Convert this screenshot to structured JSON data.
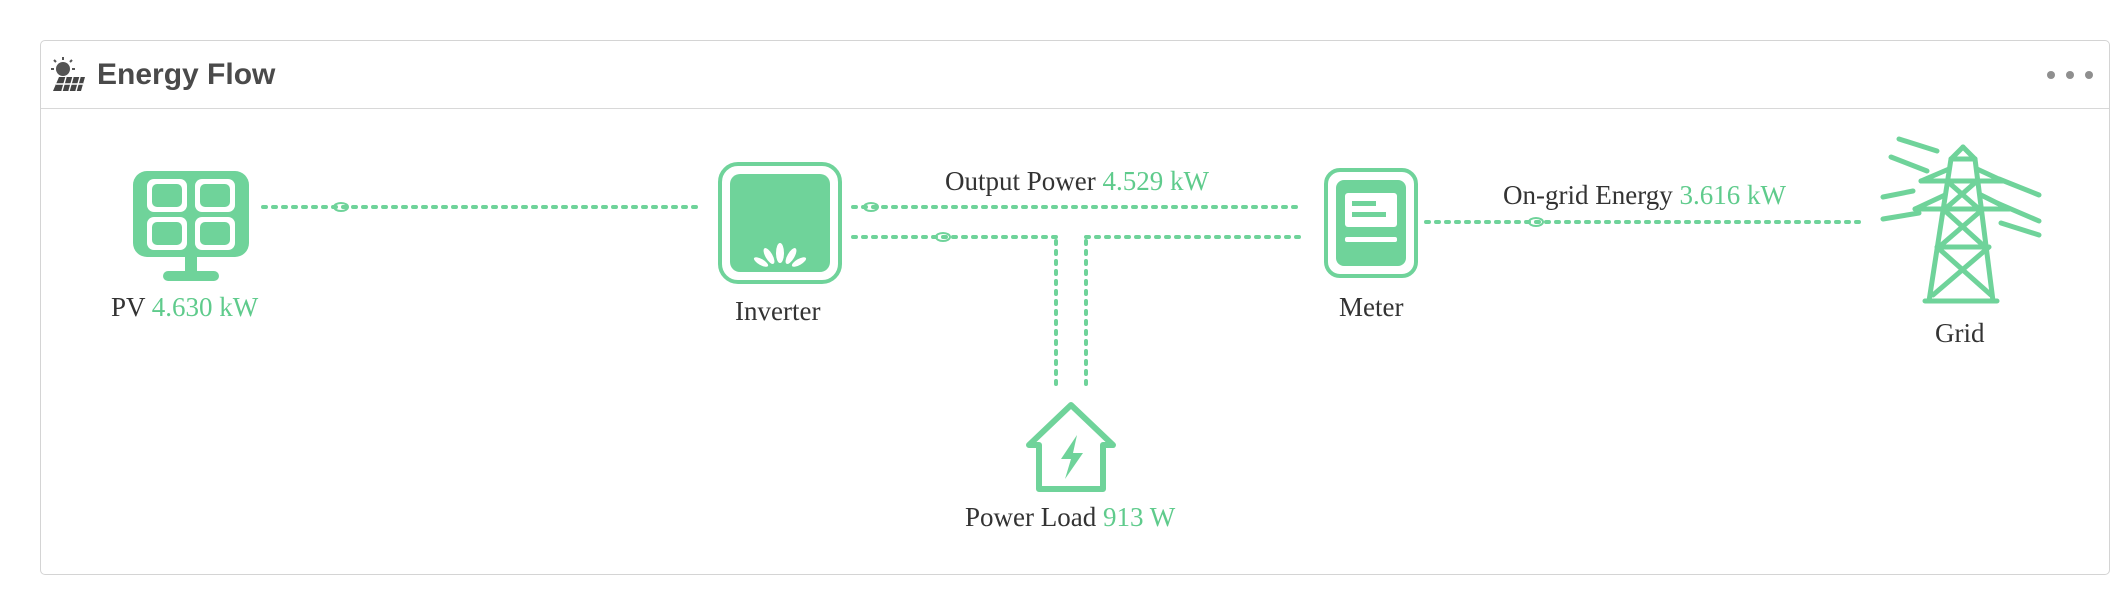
{
  "panel": {
    "title": "Energy Flow",
    "header_icon": "sun-solar-panel-icon",
    "more_icon": "more-dots-icon"
  },
  "colors": {
    "accent": "#5fcb8c",
    "text": "#333333",
    "title": "#4a4a4a",
    "border": "#d4d4d4"
  },
  "nodes": {
    "pv": {
      "label": "PV",
      "value": "4.630 kW",
      "icon": "solar-panel-icon"
    },
    "inverter": {
      "label": "Inverter",
      "icon": "inverter-icon"
    },
    "meter": {
      "label": "Meter",
      "icon": "meter-icon"
    },
    "grid": {
      "label": "Grid",
      "icon": "power-tower-icon"
    },
    "load": {
      "label": "Power Load",
      "value": "913 W",
      "icon": "house-bolt-icon"
    }
  },
  "flows": {
    "output_power": {
      "label": "Output Power",
      "value": "4.529 kW"
    },
    "on_grid_energy": {
      "label": "On-grid Energy",
      "value": "3.616 kW"
    }
  }
}
